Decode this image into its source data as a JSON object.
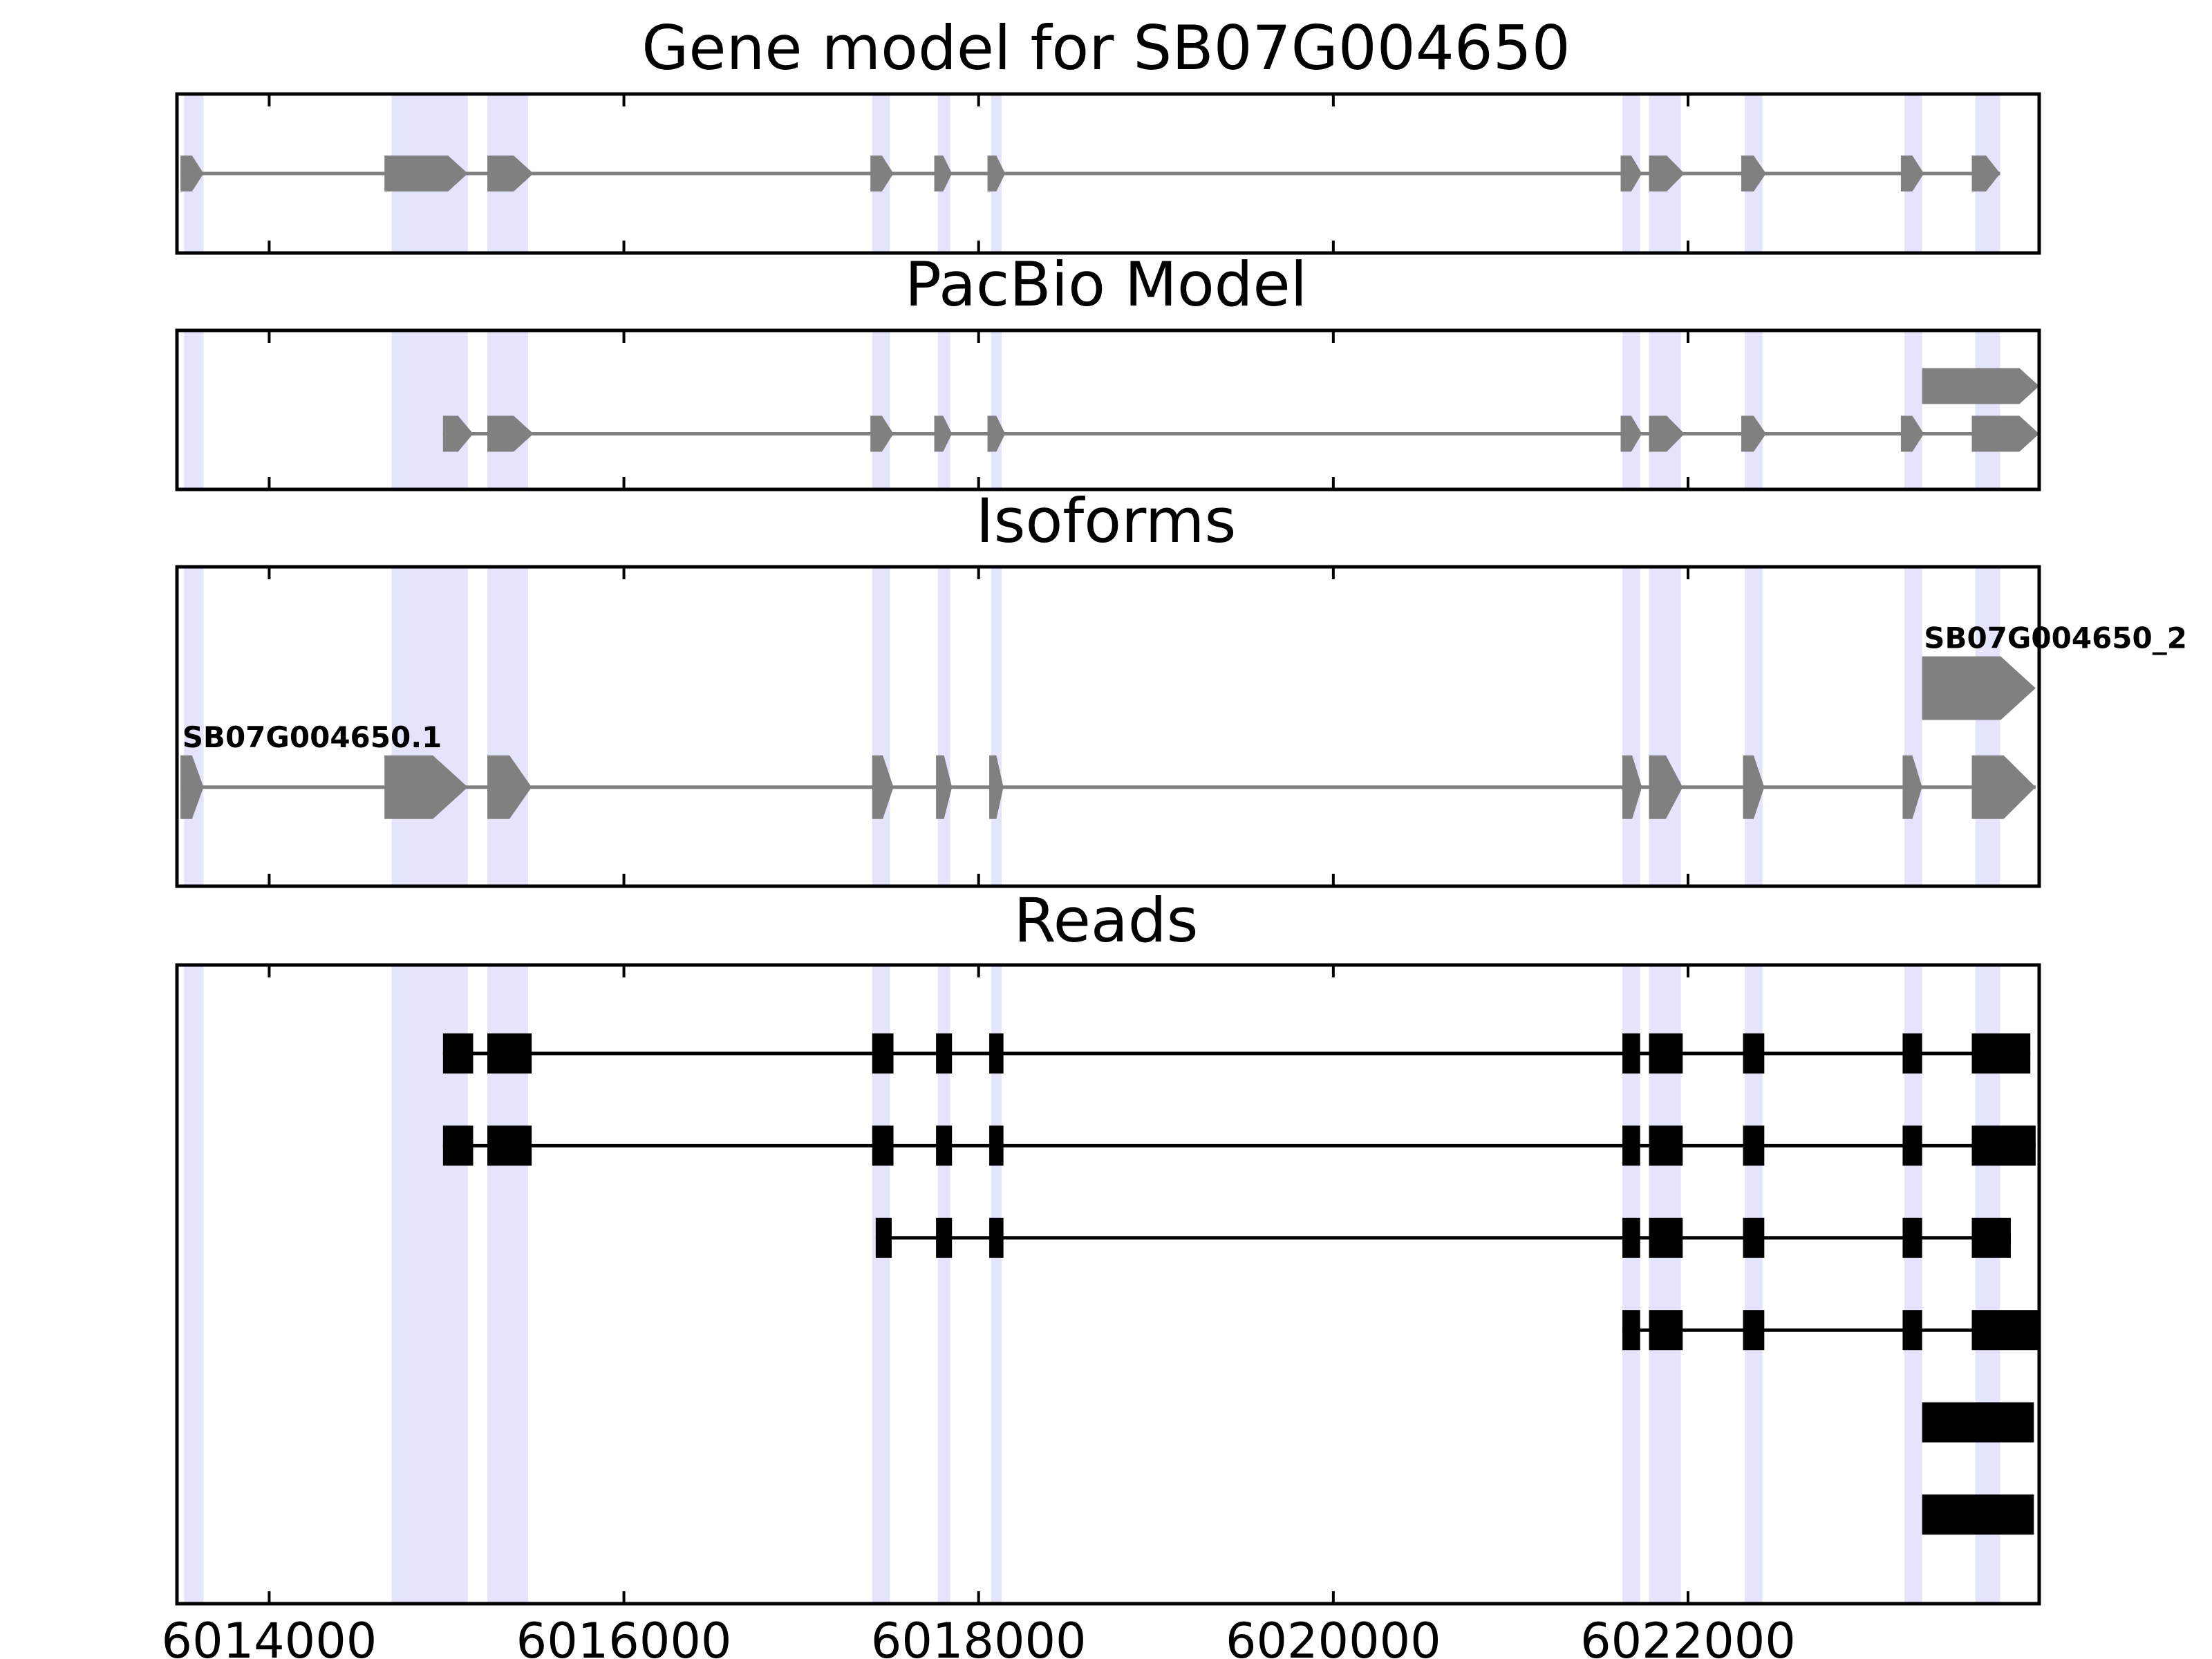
{
  "chart_data": {
    "type": "gene_track",
    "x_axis": {
      "range": [
        6013480,
        6023980
      ],
      "ticks": [
        6014000,
        6016000,
        6018000,
        6020000,
        6022000
      ],
      "tick_labels": [
        "6014000",
        "6016000",
        "6018000",
        "6020000",
        "6022000"
      ]
    },
    "highlight_color": "#e4e4fc",
    "feature_color": "#808080",
    "read_color": "#000000",
    "highlight_regions": [
      [
        6013520,
        6013630
      ],
      [
        6014690,
        6015120
      ],
      [
        6015230,
        6015460
      ],
      [
        6017400,
        6017500
      ],
      [
        6017770,
        6017840
      ],
      [
        6018070,
        6018130
      ],
      [
        6021630,
        6021730
      ],
      [
        6021780,
        6021960
      ],
      [
        6022320,
        6022420
      ],
      [
        6023220,
        6023320
      ],
      [
        6023620,
        6023760
      ]
    ],
    "panels": [
      {
        "id": "gene_model",
        "title": "Gene model for SB07G004650",
        "kind": "model",
        "tracks": [
          {
            "exons": [
              [
                6013500,
                6013630
              ],
              [
                6014650,
                6015120
              ],
              [
                6015230,
                6015490
              ],
              [
                6017390,
                6017520
              ],
              [
                6017750,
                6017850
              ],
              [
                6018050,
                6018150
              ],
              [
                6021620,
                6021740
              ],
              [
                6021780,
                6021980
              ],
              [
                6022300,
                6022440
              ],
              [
                6023200,
                6023330
              ],
              [
                6023600,
                6023760
              ]
            ],
            "lane": 0,
            "lanes": 1
          }
        ]
      },
      {
        "id": "pacbio",
        "title": "PacBio Model",
        "kind": "model",
        "tracks": [
          {
            "exons": [
              [
                6023320,
                6023980
              ]
            ],
            "lane": 0,
            "lanes": 2
          },
          {
            "exons": [
              [
                6014980,
                6015150
              ],
              [
                6015230,
                6015490
              ],
              [
                6017390,
                6017520
              ],
              [
                6017750,
                6017850
              ],
              [
                6018050,
                6018150
              ],
              [
                6021620,
                6021740
              ],
              [
                6021780,
                6021980
              ],
              [
                6022300,
                6022440
              ],
              [
                6023200,
                6023330
              ],
              [
                6023600,
                6023980
              ]
            ],
            "lane": 1,
            "lanes": 2
          }
        ]
      },
      {
        "id": "isoforms",
        "title": "Isoforms",
        "kind": "model",
        "tracks": [
          {
            "exons": [
              [
                6023320,
                6023960
              ]
            ],
            "lane": 0,
            "lanes": 2,
            "label": "SB07G004650_2",
            "label_x": 6023330
          },
          {
            "exons": [
              [
                6013500,
                6013630
              ],
              [
                6014650,
                6015120
              ],
              [
                6015230,
                6015480
              ],
              [
                6017400,
                6017520
              ],
              [
                6017760,
                6017850
              ],
              [
                6018060,
                6018140
              ],
              [
                6021630,
                6021740
              ],
              [
                6021780,
                6021970
              ],
              [
                6022310,
                6022430
              ],
              [
                6023210,
                6023320
              ],
              [
                6023600,
                6023960
              ]
            ],
            "lane": 1,
            "lanes": 2,
            "label": "SB07G004650.1",
            "label_x": 6013510
          }
        ]
      },
      {
        "id": "reads",
        "title": "Reads",
        "kind": "reads",
        "tracks": [
          {
            "exons": [
              [
                6014980,
                6015150
              ],
              [
                6015230,
                6015480
              ],
              [
                6017400,
                6017520
              ],
              [
                6017760,
                6017850
              ],
              [
                6018060,
                6018140
              ],
              [
                6021630,
                6021730
              ],
              [
                6021780,
                6021970
              ],
              [
                6022310,
                6022430
              ],
              [
                6023210,
                6023320
              ],
              [
                6023600,
                6023930
              ]
            ],
            "lane": 0,
            "lanes": 6
          },
          {
            "exons": [
              [
                6014980,
                6015150
              ],
              [
                6015230,
                6015480
              ],
              [
                6017400,
                6017520
              ],
              [
                6017760,
                6017850
              ],
              [
                6018060,
                6018140
              ],
              [
                6021630,
                6021730
              ],
              [
                6021780,
                6021970
              ],
              [
                6022310,
                6022430
              ],
              [
                6023210,
                6023320
              ],
              [
                6023600,
                6023960
              ]
            ],
            "lane": 1,
            "lanes": 6
          },
          {
            "exons": [
              [
                6017420,
                6017510
              ],
              [
                6017760,
                6017850
              ],
              [
                6018060,
                6018140
              ],
              [
                6021630,
                6021730
              ],
              [
                6021780,
                6021970
              ],
              [
                6022310,
                6022430
              ],
              [
                6023210,
                6023320
              ],
              [
                6023600,
                6023820
              ]
            ],
            "lane": 2,
            "lanes": 6
          },
          {
            "exons": [
              [
                6021630,
                6021730
              ],
              [
                6021780,
                6021970
              ],
              [
                6022310,
                6022430
              ],
              [
                6023210,
                6023320
              ],
              [
                6023600,
                6023980
              ]
            ],
            "lane": 3,
            "lanes": 6
          },
          {
            "exons": [
              [
                6023320,
                6023950
              ]
            ],
            "lane": 4,
            "lanes": 6
          },
          {
            "exons": [
              [
                6023320,
                6023950
              ]
            ],
            "lane": 5,
            "lanes": 6
          }
        ]
      }
    ]
  }
}
